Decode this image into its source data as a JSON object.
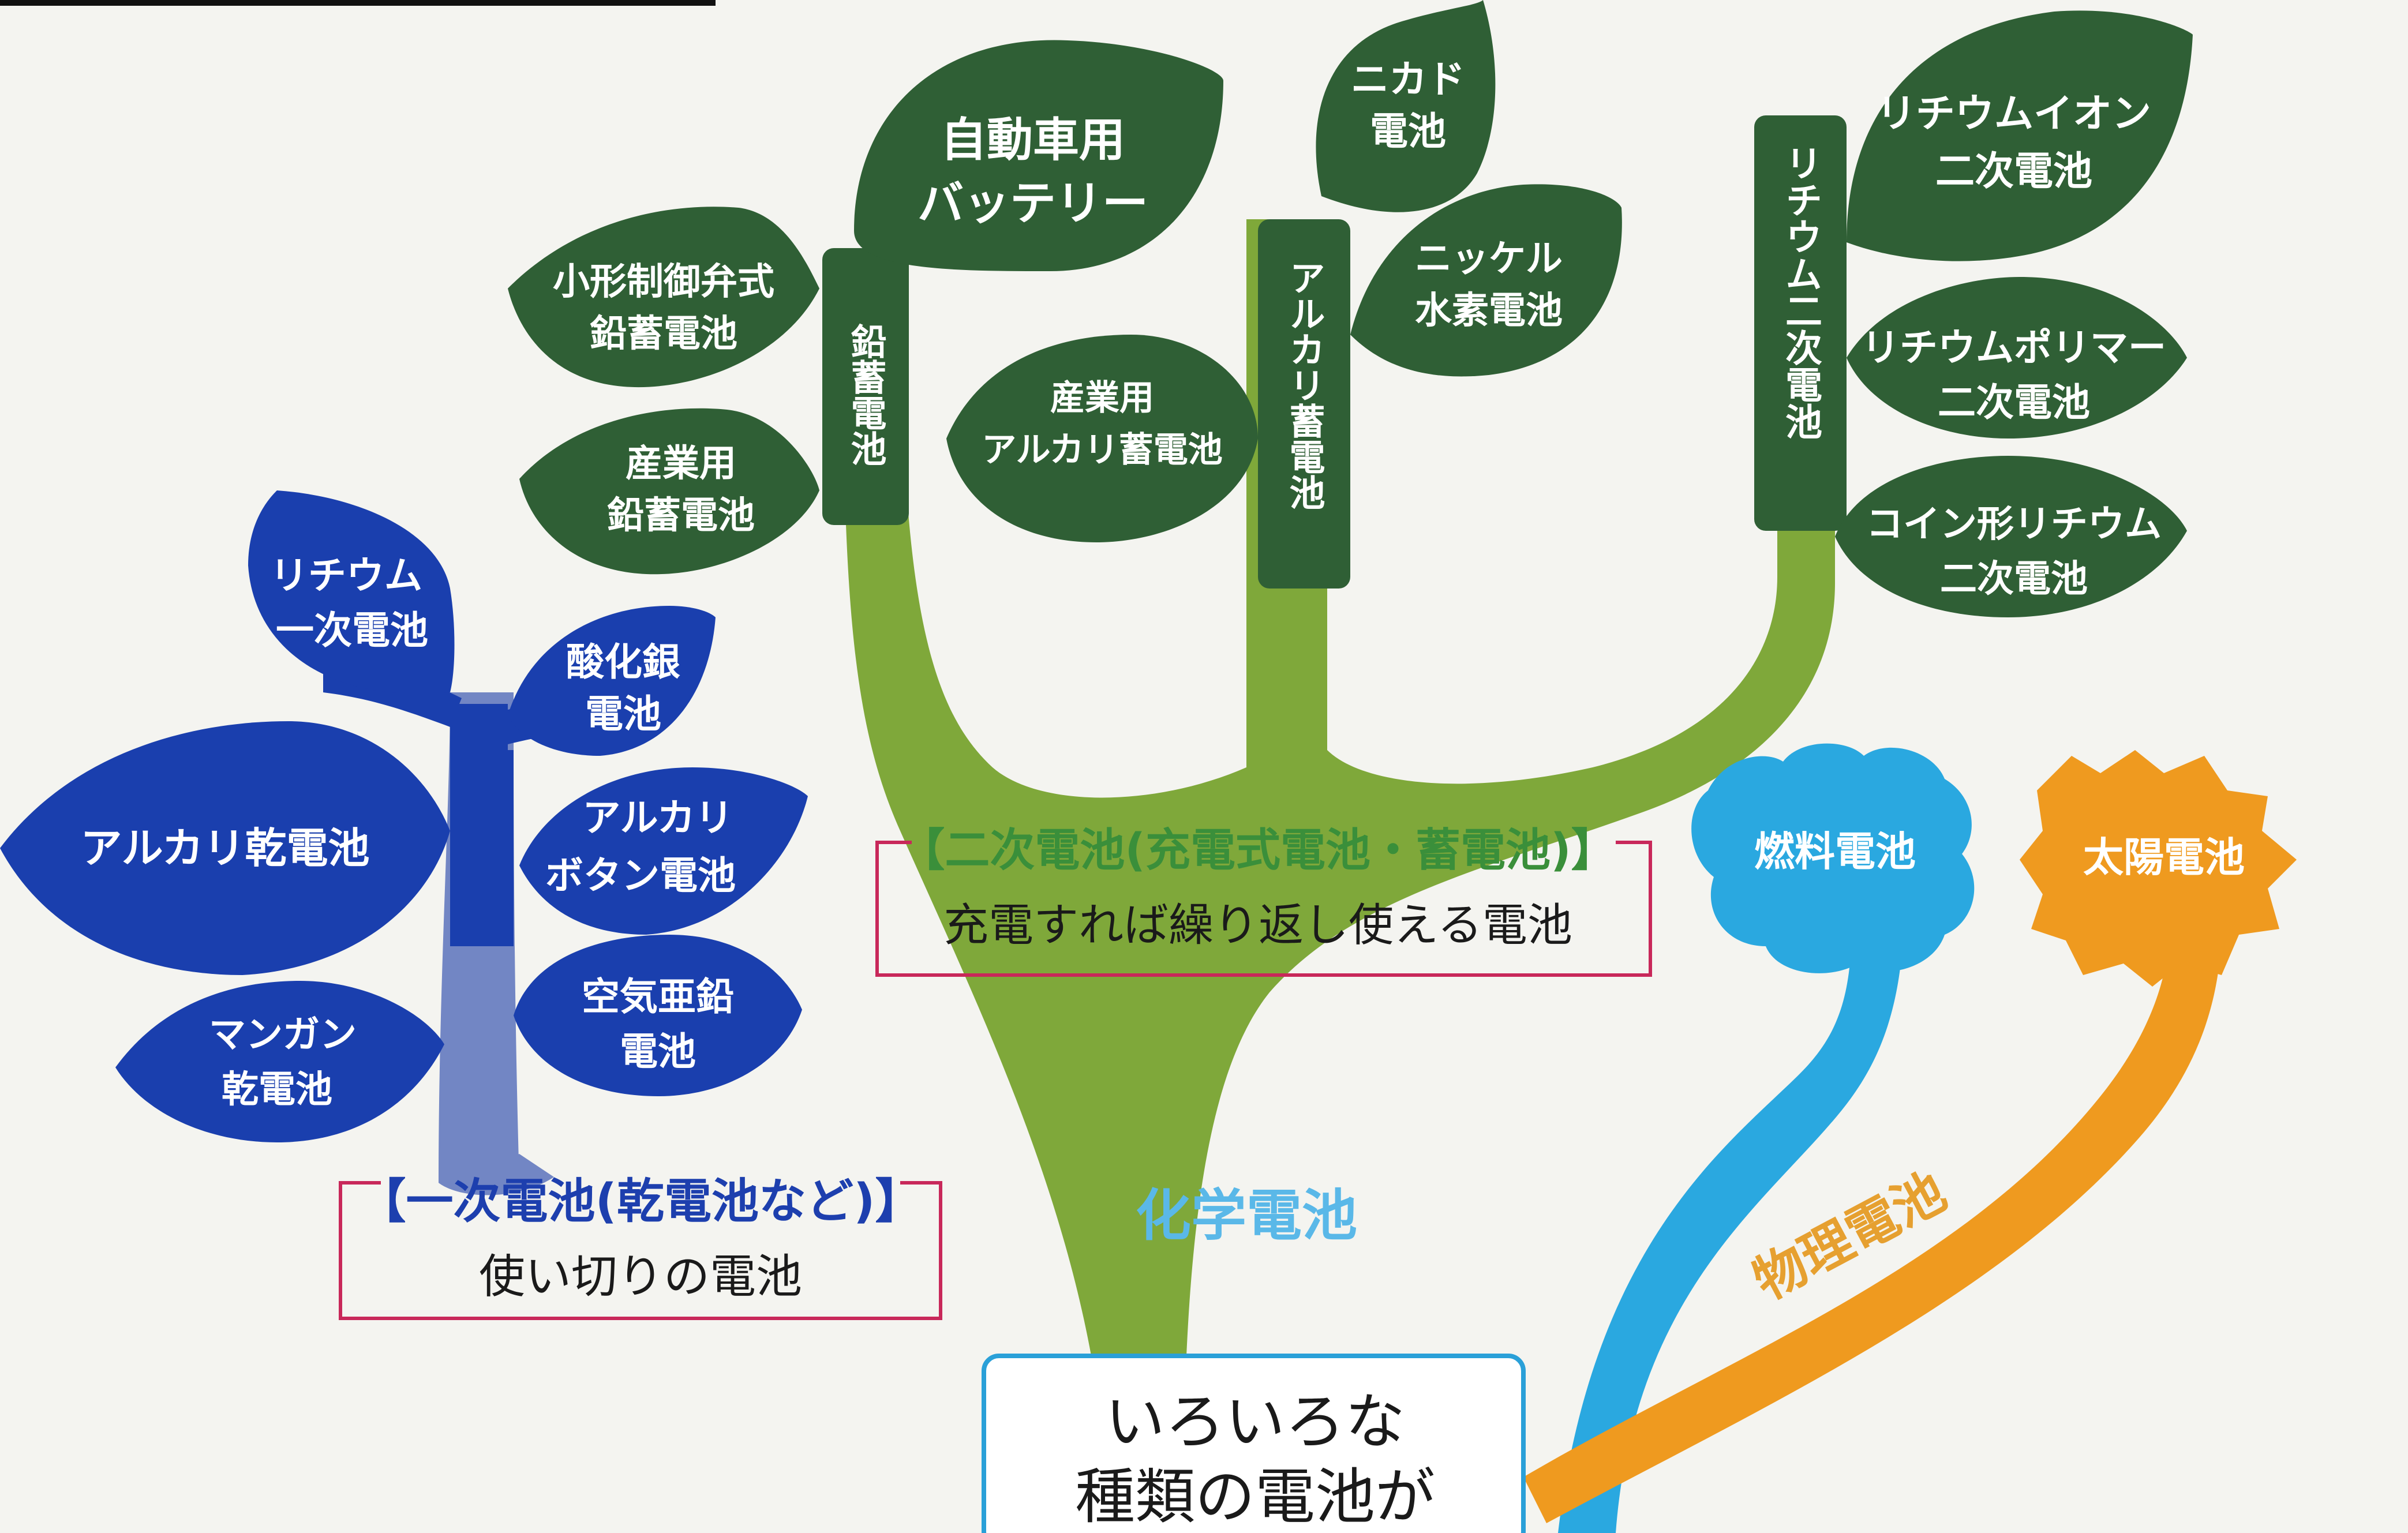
{
  "colors": {
    "green_leaf": "#2f5f35",
    "green_stem": "#7fa83a",
    "blue_leaf": "#1a3fae",
    "blue_stem": "#7286c4",
    "cyan": "#2aa8e0",
    "orange": "#ef9a1f",
    "box_border": "#c8285a",
    "bottom_box_border": "#2aa0d8",
    "primary_head": "#1d3fae",
    "secondary_head": "#3a8f3a",
    "chemical_label": "#5ab8e8",
    "physical_label": "#e6a030"
  },
  "root": {
    "line1": "いろいろな",
    "line2": "種類の電池が"
  },
  "chemical_label": "化学電池",
  "physical_label": "物理電池",
  "primary": {
    "heading": "【一次電池(乾電池など)】",
    "caption": "使い切りの電池",
    "leaves": [
      {
        "line1": "リチウム",
        "line2": "一次電池"
      },
      {
        "line1": "酸化銀",
        "line2": "電池"
      },
      {
        "line1": "アルカリ乾電池"
      },
      {
        "line1": "アルカリ",
        "line2": "ボタン電池"
      },
      {
        "line1": "マンガン",
        "line2": "乾電池"
      },
      {
        "line1": "空気亜鉛",
        "line2": "電池"
      }
    ]
  },
  "secondary": {
    "heading": "【二次電池(充電式電池・蓄電池)】",
    "caption": "充電すれば繰り返し使える電池",
    "branches": {
      "lead": "鉛蓄電池",
      "alkali": "アルカリ蓄電池",
      "lithium": "リチウム二次電池"
    },
    "leaves": [
      {
        "line1": "自動車用",
        "line2": "バッテリー"
      },
      {
        "line1": "小形制御弁式",
        "line2": "鉛蓄電池"
      },
      {
        "line1": "産業用",
        "line2": "鉛蓄電池"
      },
      {
        "line1": "産業用",
        "line2": "アルカリ蓄電池"
      },
      {
        "line1": "ニカド",
        "line2": "電池"
      },
      {
        "line1": "ニッケル",
        "line2": "水素電池"
      },
      {
        "line1": "リチウムイオン",
        "line2": "二次電池"
      },
      {
        "line1": "リチウムポリマー",
        "line2": "二次電池"
      },
      {
        "line1": "コイン形リチウム",
        "line2": "二次電池"
      }
    ]
  },
  "fuel_cell": "燃料電池",
  "solar_cell": "太陽電池"
}
